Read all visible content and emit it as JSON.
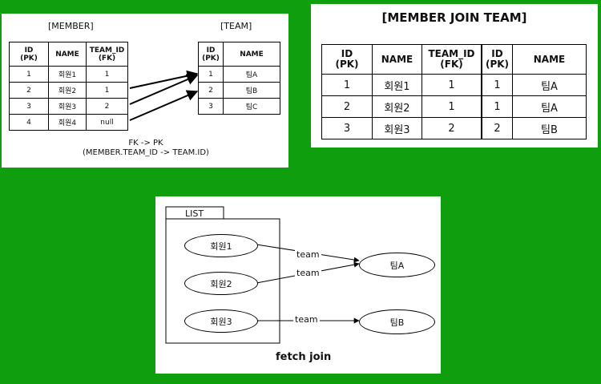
{
  "member_panel": {
    "title": "[MEMBER]",
    "headers": [
      [
        "ID",
        "(PK)"
      ],
      [
        "NAME"
      ],
      [
        "TEAM_ID",
        "(FK)"
      ]
    ],
    "rows": [
      [
        "1",
        "회원1",
        "1"
      ],
      [
        "2",
        "회원2",
        "1"
      ],
      [
        "3",
        "회원3",
        "2"
      ],
      [
        "4",
        "회원4",
        "null"
      ]
    ]
  },
  "team_panel": {
    "title": "[TEAM]",
    "headers": [
      [
        "ID",
        "(PK)"
      ],
      [
        "NAME"
      ]
    ],
    "rows": [
      [
        "1",
        "팀A"
      ],
      [
        "2",
        "팀B"
      ],
      [
        "3",
        "팀C"
      ]
    ]
  },
  "fk_caption": {
    "line1": "FK -> PK",
    "line2": "(MEMBER.TEAM_ID -> TEAM.ID)"
  },
  "join_panel": {
    "title": "[MEMBER JOIN TEAM]",
    "headers": [
      [
        "ID",
        "(PK)"
      ],
      [
        "NAME"
      ],
      [
        "TEAM_ID",
        "(FK)"
      ],
      [
        "ID",
        "(PK)"
      ],
      [
        "NAME"
      ]
    ],
    "rows": [
      [
        "1",
        "회원1",
        "1",
        "1",
        "팀A"
      ],
      [
        "2",
        "회원2",
        "1",
        "1",
        "팀A"
      ],
      [
        "3",
        "회원3",
        "2",
        "2",
        "팀B"
      ]
    ]
  },
  "fetch_panel": {
    "list_label": "LIST",
    "members": [
      "회원1",
      "회원2",
      "회원3"
    ],
    "teams": [
      "팀A",
      "팀B"
    ],
    "edge_label": "team",
    "caption": "fetch join"
  },
  "colors": {
    "background": "#0e9e0e",
    "panel": "#ffffff",
    "line": "#000000"
  }
}
